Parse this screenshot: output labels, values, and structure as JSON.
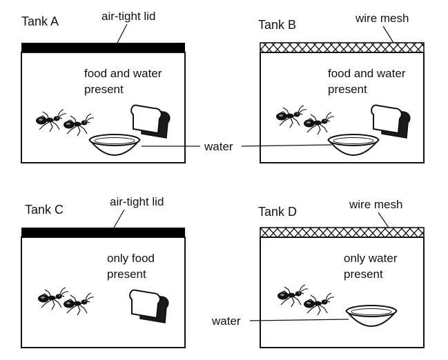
{
  "tanks": {
    "a": {
      "title": "Tank A",
      "cover": "air-tight lid",
      "contents_line1": "food and water",
      "contents_line2": "present",
      "has_food": true,
      "has_water": true
    },
    "b": {
      "title": "Tank B",
      "cover": "wire mesh",
      "contents_line1": "food and water",
      "contents_line2": "present",
      "has_food": true,
      "has_water": true
    },
    "c": {
      "title": "Tank C",
      "cover": "air-tight lid",
      "contents_line1": "only food",
      "contents_line2": "present",
      "has_food": true,
      "has_water": false
    },
    "d": {
      "title": "Tank D",
      "cover": "wire mesh",
      "contents_line1": "only water",
      "contents_line2": "present",
      "has_food": false,
      "has_water": true
    }
  },
  "labels": {
    "water_top": "water",
    "water_bottom": "water"
  },
  "colors": {
    "ink": "#111111",
    "lid": "#000000",
    "background": "#ffffff"
  },
  "icons": [
    "ant-icon",
    "bread-icon",
    "water-dish-icon"
  ]
}
